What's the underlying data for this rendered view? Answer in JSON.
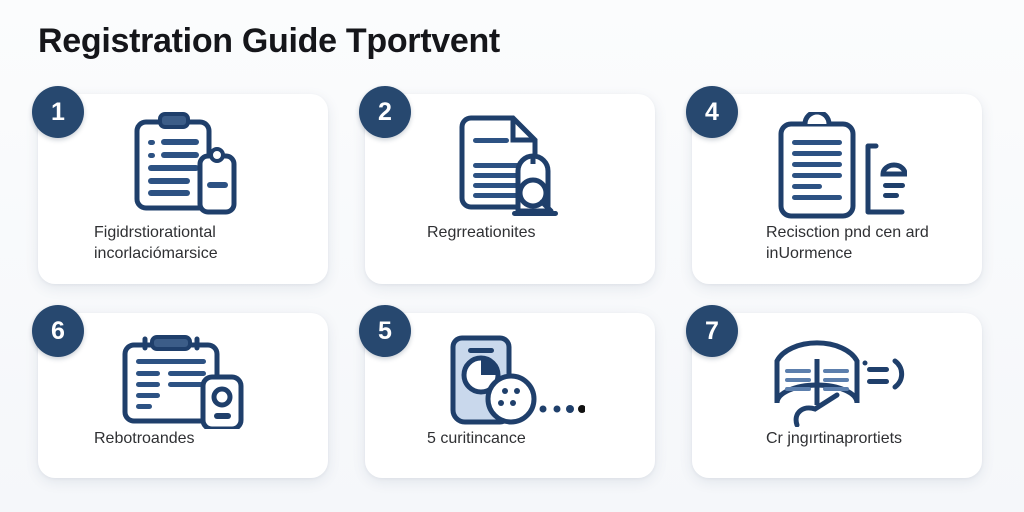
{
  "header": {
    "title": "Registration Guide Tportvent"
  },
  "theme": {
    "background": "#f5f7fa",
    "card_background": "#ffffff",
    "badge_color": "#27486f",
    "icon_stroke": "#1f3f6b",
    "icon_fill_light": "#c3d4ea",
    "caption_color": "#2f3033",
    "title_color": "#15161a"
  },
  "cards": [
    {
      "number": "1",
      "caption": "Figidrstiorationtal incorlaciómarsice",
      "icon": "clipboard-list-tag-icon"
    },
    {
      "number": "2",
      "caption": "Regrreationites",
      "icon": "document-magnifier-icon"
    },
    {
      "number": "4",
      "caption": "Recisction pnd cen ard inUormence",
      "icon": "clipboard-lines-person-icon"
    },
    {
      "number": "6",
      "caption": "Rebotroandes",
      "icon": "clipboard-wide-phone-icon"
    },
    {
      "number": "5",
      "caption": "5 curitincance",
      "icon": "phone-clock-dots-icon"
    },
    {
      "number": "7",
      "caption": "Cr jngırtinaprortiets",
      "icon": "open-book-pen-icon"
    }
  ]
}
